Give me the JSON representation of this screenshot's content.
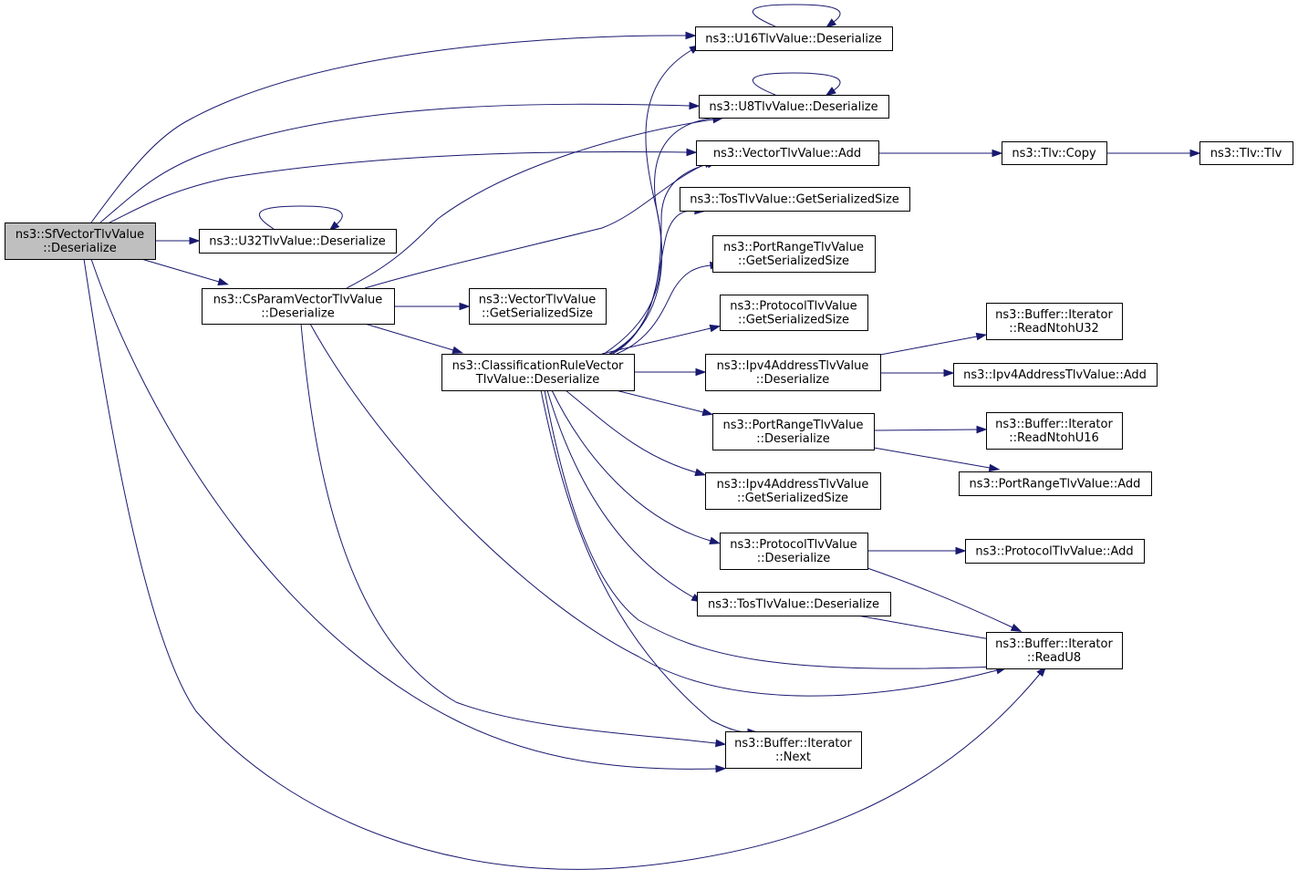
{
  "diagram": {
    "colors": {
      "edge": "#191970",
      "node_border": "#000000",
      "node_fill": "#ffffff",
      "root_fill": "#bfbfbf",
      "background": "#ffffff"
    },
    "nodes": {
      "root": {
        "lines": [
          "ns3::SfVectorTlvValue",
          "::Deserialize"
        ],
        "root": true
      },
      "u16": {
        "lines": [
          "ns3::U16TlvValue::Deserialize"
        ]
      },
      "u8": {
        "lines": [
          "ns3::U8TlvValue::Deserialize"
        ]
      },
      "vadd": {
        "lines": [
          "ns3::VectorTlvValue::Add"
        ]
      },
      "tlvcopy": {
        "lines": [
          "ns3::Tlv::Copy"
        ]
      },
      "tlvtlv": {
        "lines": [
          "ns3::Tlv::Tlv"
        ]
      },
      "tosgs": {
        "lines": [
          "ns3::TosTlvValue::GetSerializedSize"
        ]
      },
      "u32": {
        "lines": [
          "ns3::U32TlvValue::Deserialize"
        ]
      },
      "prgs": {
        "lines": [
          "ns3::PortRangeTlvValue",
          "::GetSerializedSize"
        ]
      },
      "csparam": {
        "lines": [
          "ns3::CsParamVectorTlvValue",
          "::Deserialize"
        ]
      },
      "vgs": {
        "lines": [
          "ns3::VectorTlvValue",
          "::GetSerializedSize"
        ]
      },
      "protgs": {
        "lines": [
          "ns3::ProtocolTlvValue",
          "::GetSerializedSize"
        ]
      },
      "rn32": {
        "lines": [
          "ns3::Buffer::Iterator",
          "::ReadNtohU32"
        ]
      },
      "crv": {
        "lines": [
          "ns3::ClassificationRuleVector",
          "TlvValue::Deserialize"
        ]
      },
      "ipv4d": {
        "lines": [
          "ns3::Ipv4AddressTlvValue",
          "::Deserialize"
        ]
      },
      "ipv4add": {
        "lines": [
          "ns3::Ipv4AddressTlvValue::Add"
        ]
      },
      "rn16": {
        "lines": [
          "ns3::Buffer::Iterator",
          "::ReadNtohU16"
        ]
      },
      "prd": {
        "lines": [
          "ns3::PortRangeTlvValue",
          "::Deserialize"
        ]
      },
      "pradd": {
        "lines": [
          "ns3::PortRangeTlvValue::Add"
        ]
      },
      "ipv4gs": {
        "lines": [
          "ns3::Ipv4AddressTlvValue",
          "::GetSerializedSize"
        ]
      },
      "protd": {
        "lines": [
          "ns3::ProtocolTlvValue",
          "::Deserialize"
        ]
      },
      "protadd": {
        "lines": [
          "ns3::ProtocolTlvValue::Add"
        ]
      },
      "tosd": {
        "lines": [
          "ns3::TosTlvValue::Deserialize"
        ]
      },
      "ru8": {
        "lines": [
          "ns3::Buffer::Iterator",
          "::ReadU8"
        ]
      },
      "next": {
        "lines": [
          "ns3::Buffer::Iterator",
          "::Next"
        ]
      }
    },
    "edges": [
      {
        "from": "root",
        "to": "u16"
      },
      {
        "from": "root",
        "to": "u8"
      },
      {
        "from": "root",
        "to": "vadd"
      },
      {
        "from": "root",
        "to": "u32"
      },
      {
        "from": "root",
        "to": "csparam"
      },
      {
        "from": "root",
        "to": "next"
      },
      {
        "from": "root",
        "to": "ru8"
      },
      {
        "from": "u16",
        "to": "u16"
      },
      {
        "from": "u8",
        "to": "u8"
      },
      {
        "from": "u32",
        "to": "u32"
      },
      {
        "from": "vadd",
        "to": "tlvcopy"
      },
      {
        "from": "tlvcopy",
        "to": "tlvtlv"
      },
      {
        "from": "csparam",
        "to": "u8"
      },
      {
        "from": "csparam",
        "to": "vadd"
      },
      {
        "from": "csparam",
        "to": "vgs"
      },
      {
        "from": "csparam",
        "to": "crv"
      },
      {
        "from": "csparam",
        "to": "next"
      },
      {
        "from": "csparam",
        "to": "ru8"
      },
      {
        "from": "crv",
        "to": "u16"
      },
      {
        "from": "crv",
        "to": "u8"
      },
      {
        "from": "crv",
        "to": "vadd"
      },
      {
        "from": "crv",
        "to": "tosgs"
      },
      {
        "from": "crv",
        "to": "prgs"
      },
      {
        "from": "crv",
        "to": "protgs"
      },
      {
        "from": "crv",
        "to": "ipv4d"
      },
      {
        "from": "crv",
        "to": "prd"
      },
      {
        "from": "crv",
        "to": "ipv4gs"
      },
      {
        "from": "crv",
        "to": "protd"
      },
      {
        "from": "crv",
        "to": "tosd"
      },
      {
        "from": "crv",
        "to": "ru8"
      },
      {
        "from": "crv",
        "to": "next"
      },
      {
        "from": "ipv4d",
        "to": "rn32"
      },
      {
        "from": "ipv4d",
        "to": "ipv4add"
      },
      {
        "from": "prd",
        "to": "rn16"
      },
      {
        "from": "prd",
        "to": "pradd"
      },
      {
        "from": "protd",
        "to": "protadd"
      },
      {
        "from": "protd",
        "to": "ru8"
      },
      {
        "from": "tosd",
        "to": "ru8"
      }
    ]
  }
}
